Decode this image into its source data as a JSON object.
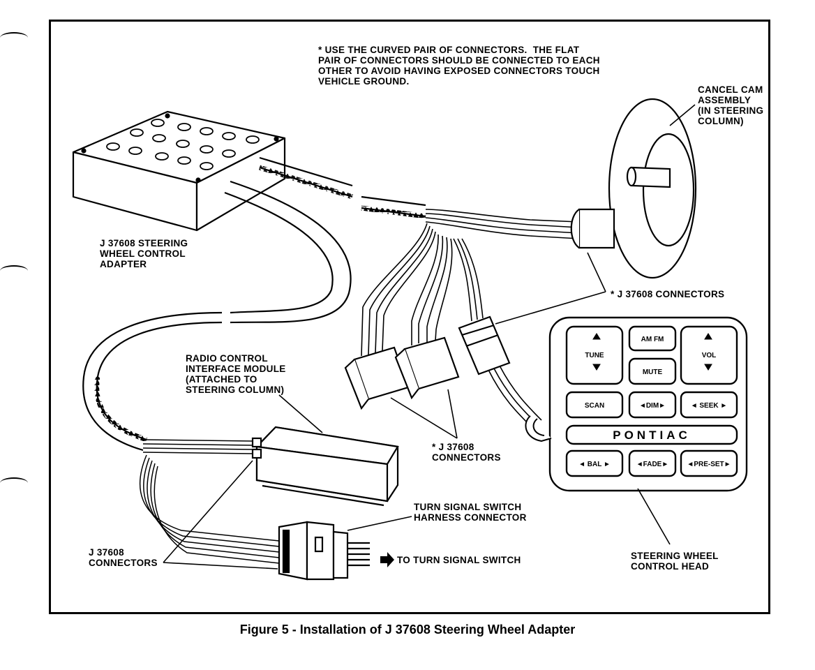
{
  "note": "* USE THE CURVED PAIR OF CONNECTORS.  THE FLAT\nPAIR OF CONNECTORS SHOULD BE CONNECTED TO EACH\nOTHER TO AVOID HAVING EXPOSED CONNECTORS TOUCH\nVEHICLE GROUND.",
  "labels": {
    "cancel_cam": "CANCEL CAM\nASSEMBLY\n(IN STEERING\nCOLUMN)",
    "adapter": "J 37608 STEERING\nWHEEL CONTROL\nADAPTER",
    "j37608_connectors_right": "* J 37608 CONNECTORS",
    "interface_module": "RADIO CONTROL\nINTERFACE MODULE\n(ATTACHED TO\nSTEERING COLUMN)",
    "j37608_connectors_mid": "* J 37608\nCONNECTORS",
    "turn_signal_harness": "TURN SIGNAL SWITCH\nHARNESS CONNECTOR",
    "j37608_connectors_left": "J 37608\nCONNECTORS",
    "to_turn_signal": "TO TURN SIGNAL SWITCH",
    "control_head": "STEERING WHEEL\nCONTROL HEAD"
  },
  "control_head_buttons": {
    "tune": "TUNE",
    "am_fm": "AM FM",
    "mute": "MUTE",
    "vol": "VOL",
    "scan": "SCAN",
    "dim": "◄DIM►",
    "seek": "◄ SEEK ►",
    "brand": "PONTIAC",
    "bal": "◄ BAL ►",
    "fade": "◄FADE►",
    "preset": "◄PRE-SET►"
  },
  "caption": "Figure 5 - Installation of J 37608 Steering Wheel Adapter"
}
